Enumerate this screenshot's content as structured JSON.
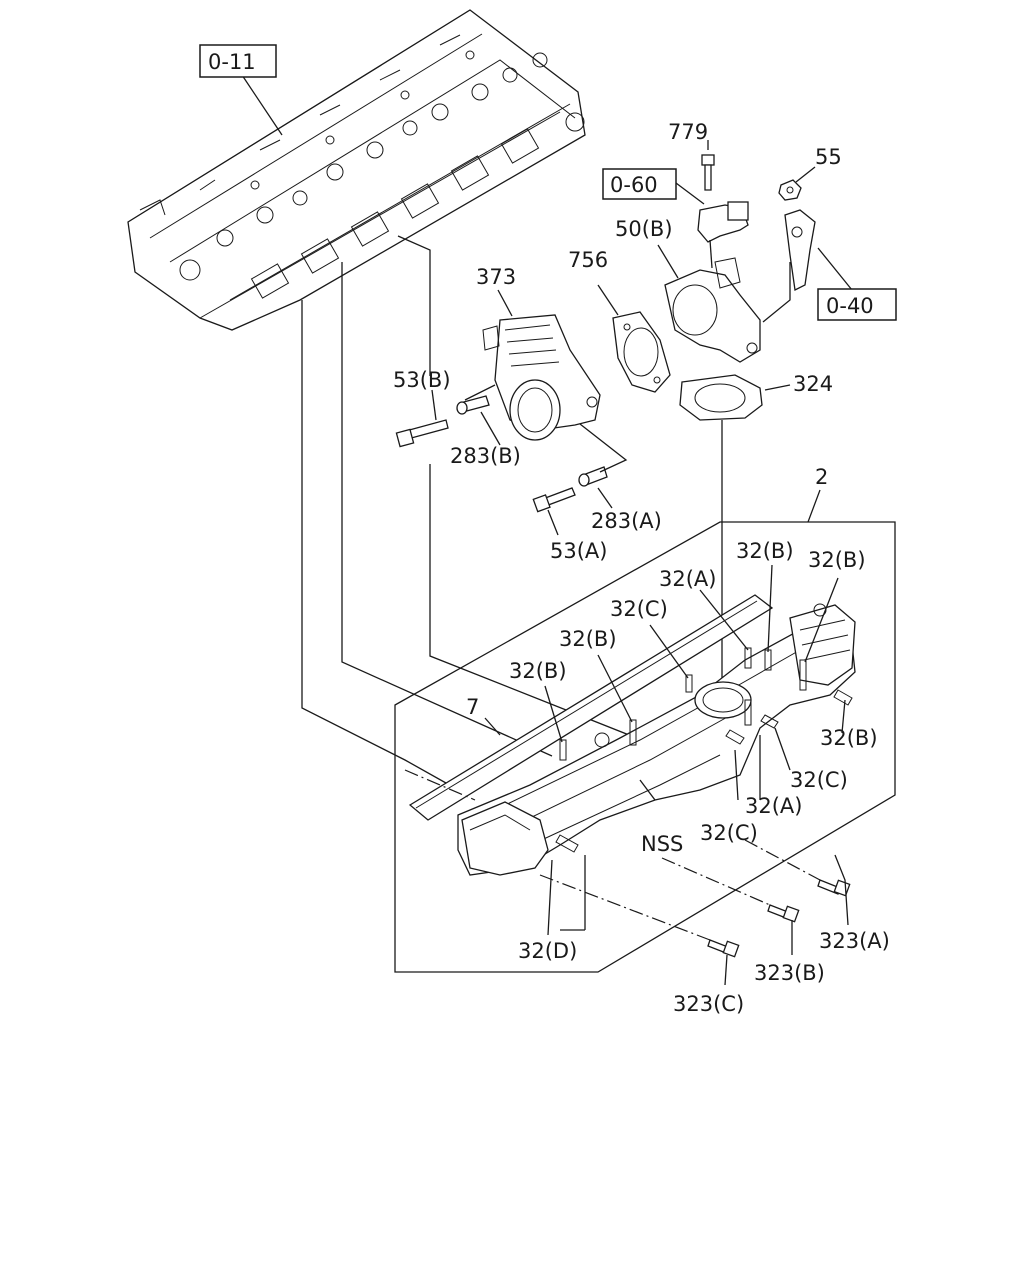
{
  "refs": {
    "r011": "0-11",
    "r060": "0-60",
    "r040": "0-40"
  },
  "labels": {
    "p779": "779",
    "p55": "55",
    "p50b": "50(B)",
    "p756": "756",
    "p373": "373",
    "p324": "324",
    "p53b": "53(B)",
    "p283b": "283(B)",
    "p283a": "283(A)",
    "p53a": "53(A)",
    "p2": "2",
    "p32b_1": "32(B)",
    "p32b_2": "32(B)",
    "p32a_1": "32(A)",
    "p32c_1": "32(C)",
    "p32b_3": "32(B)",
    "p32b_4": "32(B)",
    "p7": "7",
    "p32b_5": "32(B)",
    "p32c_2": "32(C)",
    "p32a_2": "32(A)",
    "p32c_3": "32(C)",
    "nss": "NSS",
    "p32d": "32(D)",
    "p323a": "323(A)",
    "p323b": "323(B)",
    "p323c": "323(C)"
  }
}
